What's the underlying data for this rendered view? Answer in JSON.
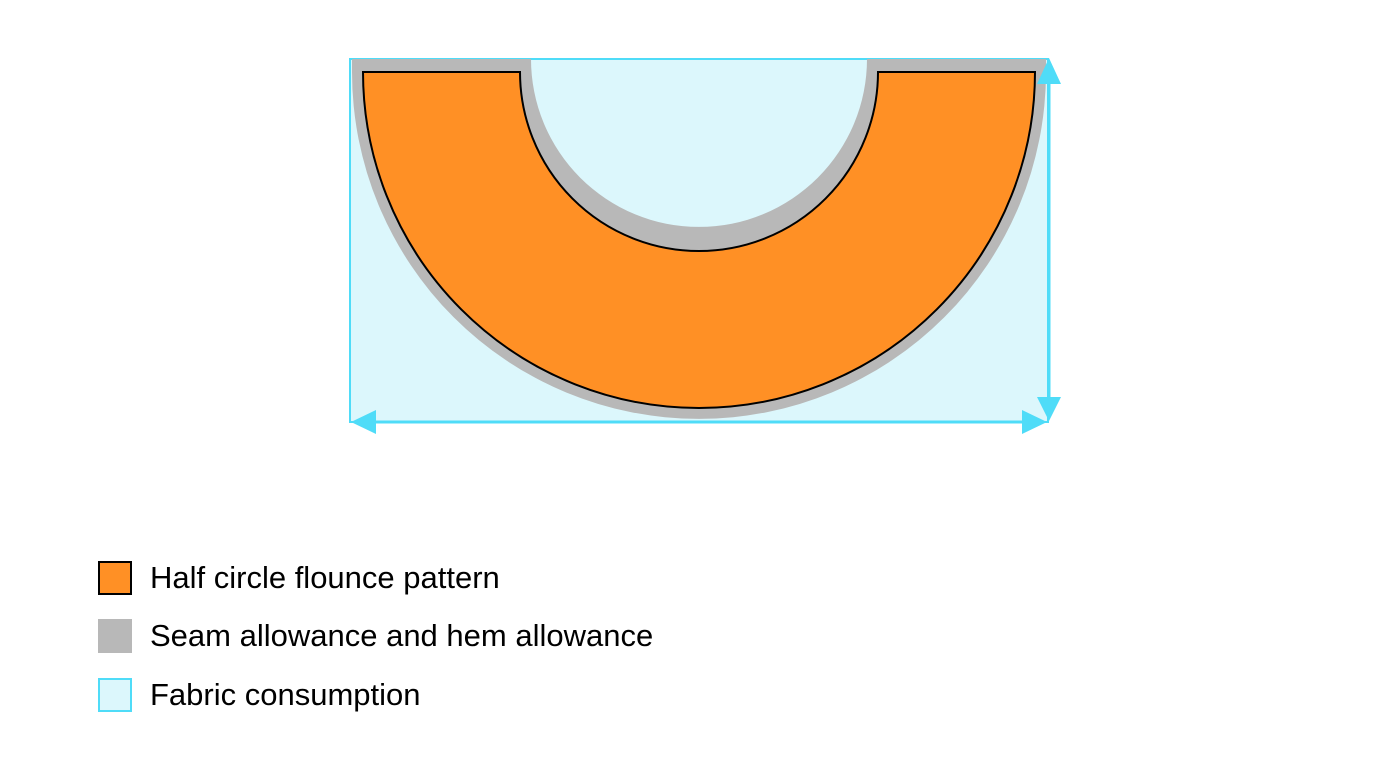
{
  "colors": {
    "pattern": "#ff9025",
    "allowance": "#b8b8b8",
    "fabric": "#dcf7fc",
    "fabric_border": "#4fdcf8",
    "outline": "#000000"
  },
  "legend": {
    "items": [
      {
        "label": "Half circle flounce pattern",
        "color": "#ff9025",
        "border": "#000000"
      },
      {
        "label": "Seam allowance and hem allowance",
        "color": "#b8b8b8",
        "border": "#b8b8b8"
      },
      {
        "label": "Fabric consumption",
        "color": "#dcf7fc",
        "border": "#4fdcf8"
      }
    ]
  }
}
